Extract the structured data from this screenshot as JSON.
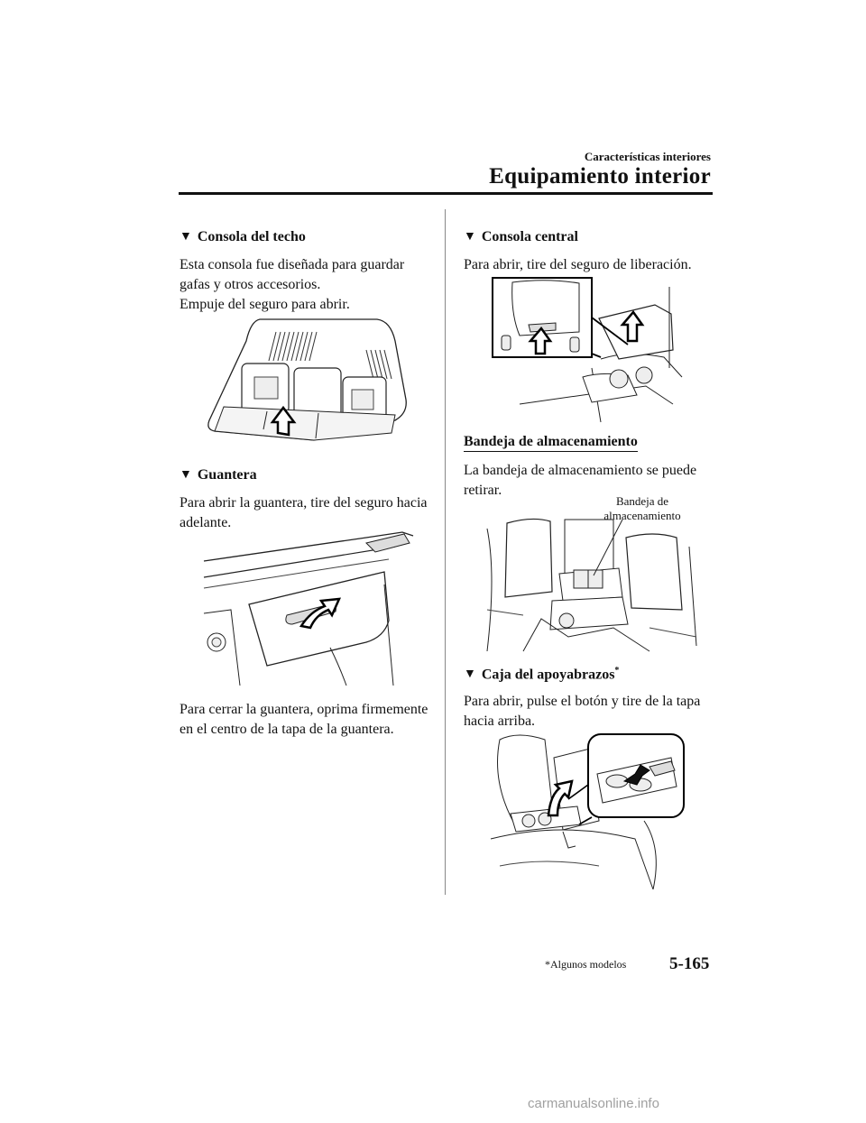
{
  "header": {
    "chapter": "Características interiores",
    "section": "Equipamiento interior"
  },
  "left": {
    "overhead": {
      "title": "Consola del techo",
      "lines": [
        "Esta consola fue diseñada para guardar",
        "gafas y otros accesorios.",
        "Empuje del seguro para abrir."
      ]
    },
    "glovebox": {
      "title": "Guantera",
      "lines": [
        "Para abrir la guantera, tire del seguro hacia",
        "adelante."
      ],
      "close_lines": [
        "Para cerrar la guantera, oprima firmemente",
        "en el centro de la tapa de la guantera."
      ]
    }
  },
  "right": {
    "center_console": {
      "title": "Consola central",
      "lines": [
        "Para abrir, tire del seguro de liberación."
      ]
    },
    "tray": {
      "title": "Bandeja de almacenamiento",
      "lines": [
        "La bandeja de almacenamiento se puede",
        "retirar."
      ],
      "callout": [
        "Bandeja de",
        "almacenamiento"
      ]
    },
    "armrest": {
      "title": "Caja del apoyabrazos",
      "marker": "*",
      "lines": [
        "Para abrir, pulse el botón y tire de la tapa",
        "hacia arriba."
      ]
    }
  },
  "footer": {
    "footnote": "*Algunos modelos",
    "page": "5-165",
    "watermark": "carmanualsonline.info"
  },
  "icons": {
    "section_marker": "down-triangle-icon",
    "arrow": "push-arrow-icon"
  }
}
